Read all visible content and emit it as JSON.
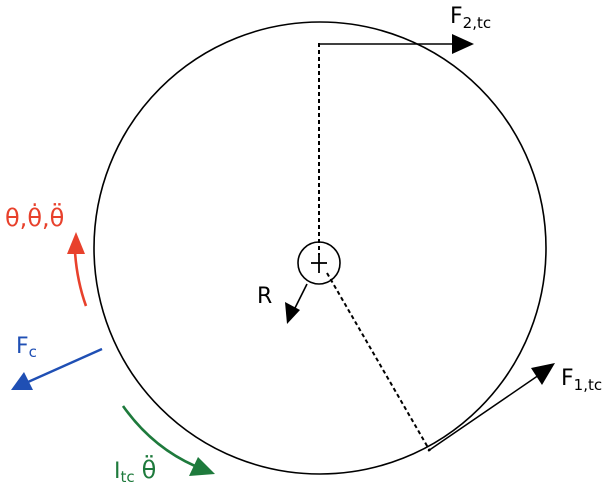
{
  "labels": {
    "f2": {
      "main": "F",
      "sub": "2,tc"
    },
    "f1": {
      "main": "F",
      "sub": "1,tc"
    },
    "fc": {
      "main": "F",
      "sub": "c"
    },
    "r": "R",
    "theta": "θ,θ̇,θ̈",
    "inertia": {
      "main": "I",
      "sub": "tc",
      "term": "θ̈"
    }
  },
  "colors": {
    "black": "#000000",
    "red": "#e8412c",
    "blue": "#1f4fb4",
    "green": "#1e7a3c"
  }
}
